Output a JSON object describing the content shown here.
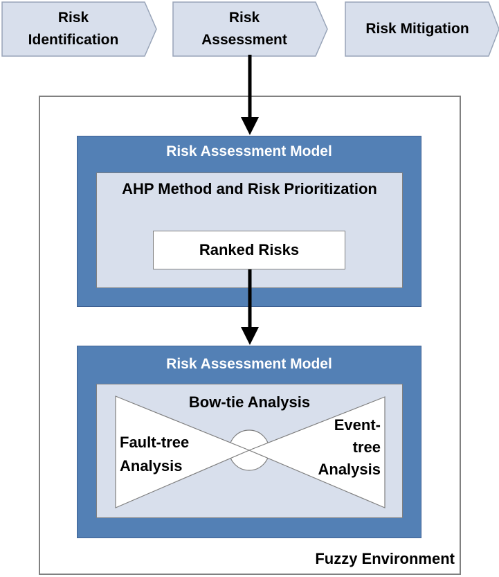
{
  "process_flow": {
    "steps": [
      {
        "id": "risk-identification",
        "lines": [
          "Risk",
          "Identification"
        ]
      },
      {
        "id": "risk-assessment",
        "lines": [
          "Risk",
          "Assessment"
        ]
      },
      {
        "id": "risk-mitigation",
        "lines": [
          "Risk Mitigation"
        ]
      }
    ]
  },
  "fuzzy_environment": {
    "label": "Fuzzy Environment",
    "models": [
      {
        "title": "Risk Assessment Model",
        "method": "AHP Method and Risk Prioritization",
        "output": "Ranked Risks"
      },
      {
        "title": "Risk Assessment Model",
        "method": "Bow-tie Analysis",
        "fault_tree_lines": [
          "Fault-tree",
          "Analysis"
        ],
        "event_tree_lines": [
          "Event-",
          "tree",
          "Analysis"
        ]
      }
    ]
  },
  "colors": {
    "dark_blue": "#5380b5",
    "light_blue": "#d8dfec",
    "box_border": "#7f7f7f",
    "chevron_border": "#98a4b8",
    "container_border": "#808080",
    "arrow": "#000000"
  }
}
